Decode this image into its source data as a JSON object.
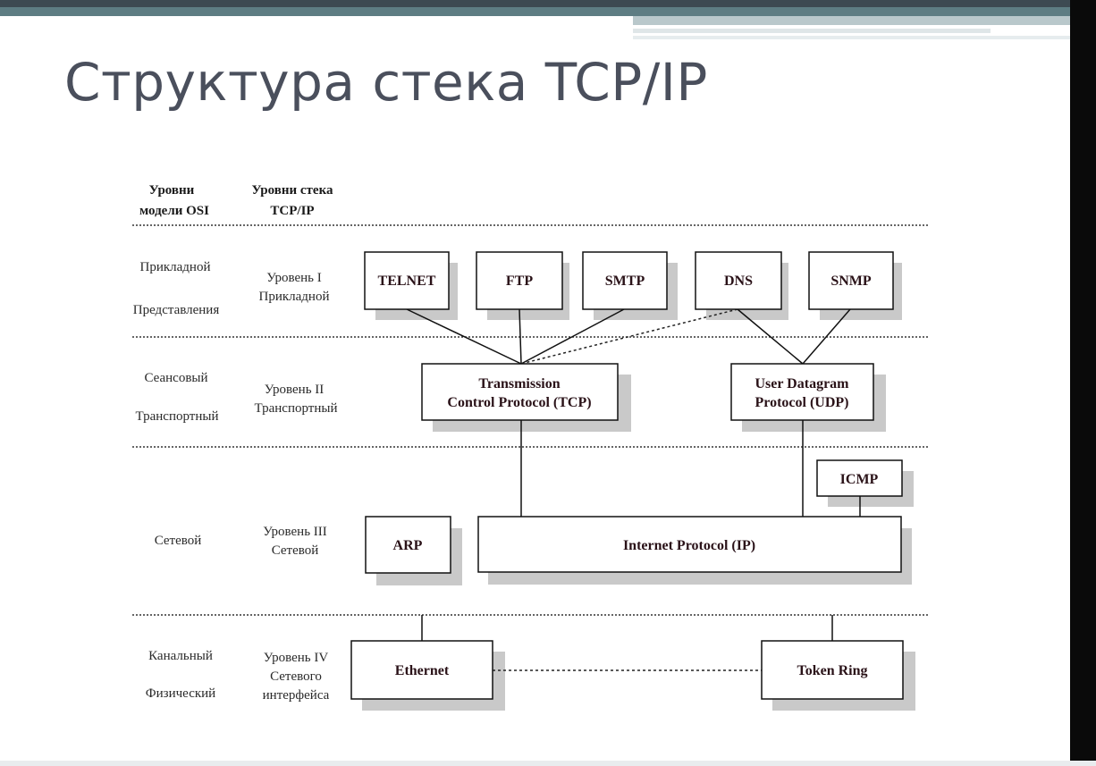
{
  "slide": {
    "title": "Структура стека TCP/IP"
  },
  "headers": {
    "osi": [
      "Уровни",
      "модели OSI"
    ],
    "tcpip": [
      "Уровни стека",
      "TCP/IP"
    ]
  },
  "osi_layers": {
    "application": "Прикладной",
    "presentation": "Представления",
    "session": "Сеансовый",
    "transport": "Транспортный",
    "network": "Сетевой",
    "datalink": "Канальный",
    "physical": "Физический"
  },
  "stack_levels": {
    "l1": [
      "Уровень I",
      "Прикладной"
    ],
    "l2": [
      "Уровень II",
      "Транспортный"
    ],
    "l3": [
      "Уровень III",
      "Сетевой"
    ],
    "l4": [
      "Уровень IV",
      "Сетевого",
      "интерфейса"
    ]
  },
  "protocols": {
    "telnet": "TELNET",
    "ftp": "FTP",
    "smtp": "SMTP",
    "dns": "DNS",
    "snmp": "SNMP",
    "tcp": [
      "Transmission",
      "Control Protocol (TCP)"
    ],
    "udp": [
      "User Datagram",
      "Protocol (UDP)"
    ],
    "icmp": "ICMP",
    "arp": "ARP",
    "ip": "Internet Protocol (IP)",
    "ethernet": "Ethernet",
    "tokenring": "Token Ring"
  },
  "colors": {
    "title": "#4a4f5c",
    "topbar_dark": "#3d4a52",
    "topbar_teal": "#5e7d83",
    "shadow": "#c9c9c9"
  }
}
